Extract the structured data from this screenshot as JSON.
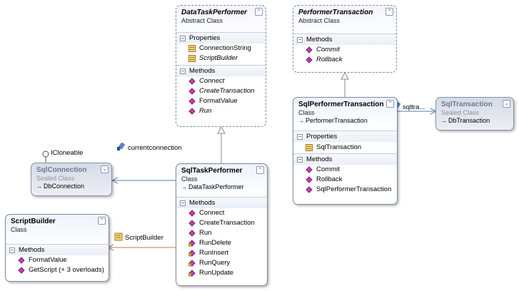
{
  "section_toggle": "−",
  "collapse_glyph": "⌃",
  "expand_glyph": "⌄",
  "classes": {
    "data_task_performer": {
      "name": "DataTaskPerformer",
      "stereotype": "Abstract Class",
      "properties_label": "Properties",
      "properties": [
        "ConnectionString",
        "ScriptBuilder"
      ],
      "methods_label": "Methods",
      "methods": [
        "Connect",
        "CreateTransaction",
        "FormatValue",
        "Run"
      ]
    },
    "performer_transaction": {
      "name": "PerformerTransaction",
      "stereotype": "Abstract Class",
      "methods_label": "Methods",
      "methods": [
        "Commit",
        "Rollback"
      ]
    },
    "sql_performer_transaction": {
      "name": "SqlPerformerTransaction",
      "stereotype": "Class",
      "base": "PerformerTransaction",
      "properties_label": "Properties",
      "properties": [
        "SqlTransaction"
      ],
      "methods_label": "Methods",
      "methods": [
        "Commit",
        "Rollback",
        "SqlPerformerTransaction"
      ]
    },
    "sql_transaction": {
      "name": "SqlTransaction",
      "stereotype": "Sealed Class",
      "base": "DbTransaction"
    },
    "sql_connection": {
      "name": "SqlConnection",
      "stereotype": "Sealed Class",
      "base": "DbConnection",
      "interface_label": "ICloneable"
    },
    "sql_task_performer": {
      "name": "SqlTaskPerformer",
      "stereotype": "Class",
      "base": "DataTaskPerformer",
      "methods_label": "Methods",
      "methods": [
        "Connect",
        "CreateTransaction",
        "Run",
        "RunDelete",
        "RunInsert",
        "RunQuery",
        "RunUpdate"
      ]
    },
    "script_builder": {
      "name": "ScriptBuilder",
      "stereotype": "Class",
      "methods_label": "Methods",
      "methods": [
        "FormatValue",
        "GetScript (+ 3 overloads)"
      ]
    }
  },
  "associations": {
    "current_connection": "currentconnection",
    "script_builder": "ScriptBuilder",
    "sql_transaction": "sqltra..."
  },
  "colors": {
    "inheritance_line": "#8a8a8a",
    "association_blue": "#5579b0",
    "association_brown": "#b87a5a",
    "method_icon": "#c53fb4",
    "property_icon": "#d7a531"
  }
}
